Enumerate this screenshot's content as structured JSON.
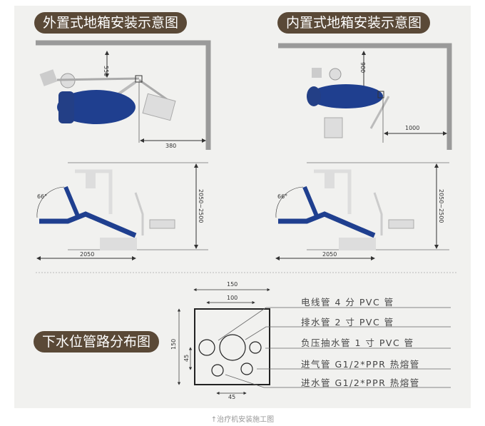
{
  "titles": {
    "external": "外置式地箱安装示意图",
    "internal": "内置式地箱安装示意图",
    "pipes": "下水位管路分布图"
  },
  "dims": {
    "ext_top": "550",
    "ext_side": "380",
    "int_top": "900",
    "int_side": "1000",
    "angle": "66°",
    "height": "2050~2500",
    "length": "2050",
    "box_outer": "150",
    "box_inner": "100",
    "box_height": "150",
    "row_gap": "45",
    "col_gap": "45"
  },
  "legend": [
    "电线管 4 分 PVC 管",
    "排水管 2 寸 PVC 管",
    "负压抽水管 1 寸 PVC 管",
    "进气管 G1/2*PPR 热熔管",
    "进水管 G1/2*PPR 热熔管"
  ],
  "caption": "↑治疗机安装施工图",
  "colors": {
    "title_bg": "#5a4937",
    "chair_blue": "#1f3f8f",
    "wall": "#9a9a9a"
  }
}
